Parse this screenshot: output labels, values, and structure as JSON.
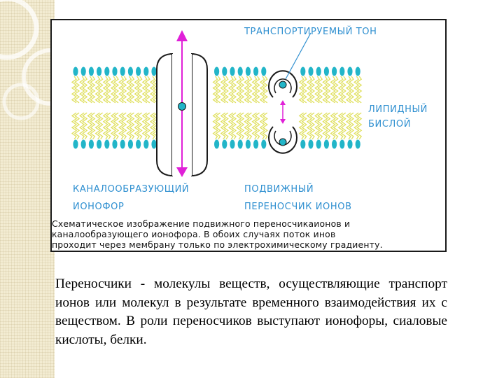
{
  "diagram": {
    "labels": {
      "transported_ion": "ТРАНСПОРТИРУЕМЫЙ ТОН",
      "lipid_bilayer": [
        "ЛИПИДНЫЙ",
        "БИСЛОЙ"
      ],
      "channel_ionophore": [
        "КАНАЛООБРАЗУЮЩИЙ",
        "ИОНОФОР"
      ],
      "mobile_carrier": [
        "ПОДВИЖНЫЙ",
        "ПЕРЕНОСЧИК ИОНОВ"
      ]
    },
    "caption": [
      "Схематическое изображение подвижного переносчикаионов и",
      "каналообразующего ионофора. В обоих случаях поток инов",
      "проходит через мембрану только по электрохимическому градиенту."
    ],
    "colors": {
      "label_text": "#2e8fd0",
      "lipid_head": "#22b5c8",
      "lipid_tail": "#e0e060",
      "arrow": "#e020d8",
      "outline": "#1a1a1a"
    }
  },
  "body_text": "Переносчики - молекулы веществ, осуществляющие транспорт ионов или молекул в результате временного взаимодействия их с веществом. В роли переносчиков выступают ионофоры, сиаловые кислоты, белки."
}
